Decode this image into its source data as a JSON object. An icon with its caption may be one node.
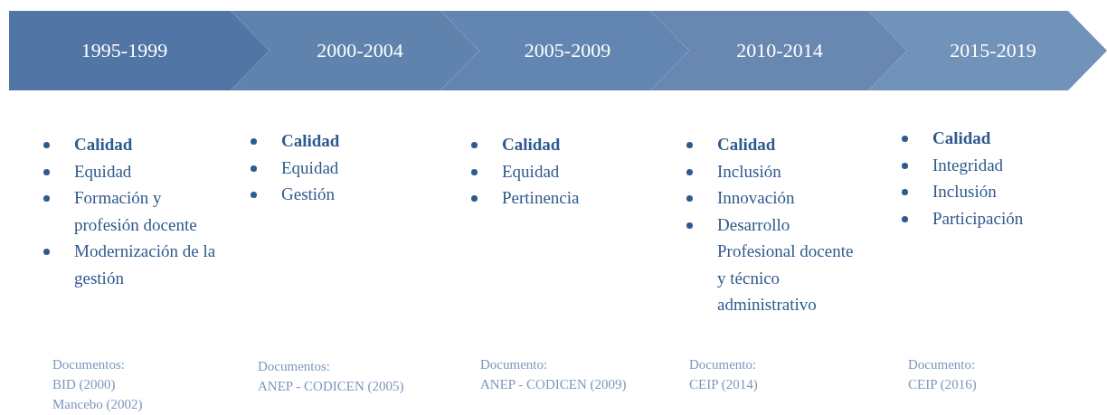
{
  "diagram": {
    "nodes": [
      {
        "text": [
          "1995-1999"
        ],
        "beside": [
          "Calidad",
          "Equidad",
          "Formación y profesión docente",
          "Modernización de la gestión"
        ]
      },
      {
        "text": [
          "2000-2004"
        ],
        "beside": [
          "Calidad",
          "Equidad",
          "Gestión"
        ]
      },
      {
        "text": [
          "2005-2009"
        ],
        "beside": [
          "Calidad",
          "Equidad",
          "Pertinencia"
        ]
      },
      {
        "text": [
          "2010-2014"
        ],
        "beside": [
          "Calidad",
          "Inclusión",
          "Innovación",
          "Desarrollo Profesional docente y técnico administrativo"
        ]
      },
      {
        "text": [
          "2015-2019"
        ],
        "beside": [
          "Calidad",
          "Integridad",
          "Inclusión",
          "Participación"
        ]
      }
    ],
    "labels": [
      "Documentos:",
      "BID (2000)",
      "Mancebo (2002)",
      "Documentos:",
      "ANEP - CODICEN (2005)",
      "Documento:",
      "ANEP - CODICEN (2009)",
      "Documento:",
      "CEIP (2014)",
      "Documento:",
      "CEIP (2016)"
    ]
  }
}
